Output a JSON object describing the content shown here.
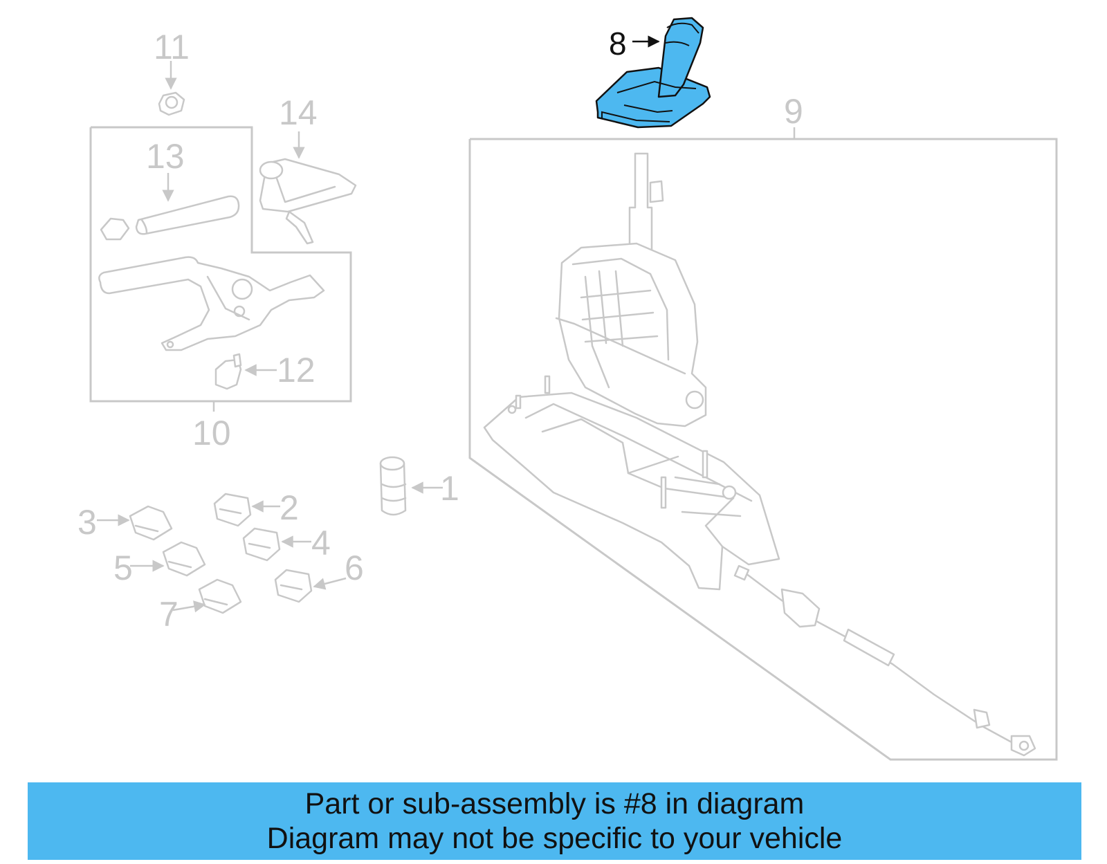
{
  "callouts": {
    "c1": "1",
    "c2": "2",
    "c3": "3",
    "c4": "4",
    "c5": "5",
    "c6": "6",
    "c7": "7",
    "c8": "8",
    "c9": "9",
    "c10": "10",
    "c11": "11",
    "c12": "12",
    "c13": "13",
    "c14": "14"
  },
  "highlight": {
    "part_number": "8",
    "color": "#4db8f0"
  },
  "banner": {
    "line1": "Part or sub-assembly is #8 in diagram",
    "line2": "Diagram may not be specific to your vehicle",
    "background": "#4db8f0"
  }
}
